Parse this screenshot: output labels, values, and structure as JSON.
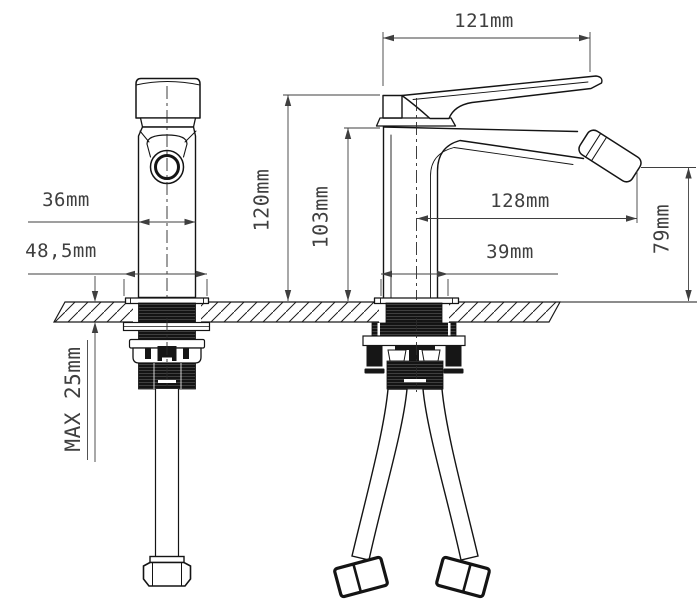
{
  "drawing": {
    "colors": {
      "line": "#1a1a1a",
      "dimension": "#3f3f3f",
      "background": "#ffffff"
    },
    "dimensions": {
      "top_width": "121mm",
      "handle_width": "36mm",
      "base_width": "48,5mm",
      "total_height": "120mm",
      "body_height": "103mm",
      "spout_reach": "128mm",
      "base_depth": "39mm",
      "spout_height": "79mm",
      "max_mounting_thickness": "MAX 25mm"
    }
  }
}
